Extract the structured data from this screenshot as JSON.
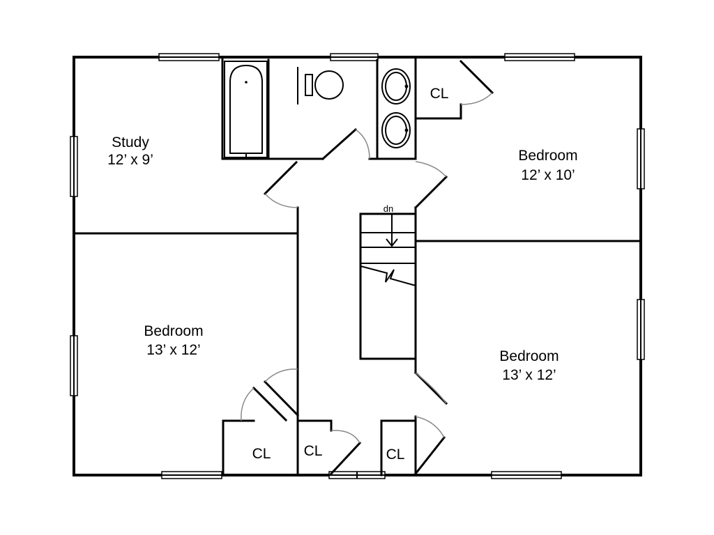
{
  "rooms": {
    "study": {
      "name": "Study",
      "size": "12’ x 9’"
    },
    "bedroom_ne": {
      "name": "Bedroom",
      "size": "12’ x 10’"
    },
    "bedroom_w": {
      "name": "Bedroom",
      "size": "13’ x 12’"
    },
    "bedroom_se": {
      "name": "Bedroom",
      "size": "13’ x 12’"
    }
  },
  "closets": {
    "ne": "CL",
    "sw1": "CL",
    "sw2": "CL",
    "s": "CL"
  },
  "stairs": {
    "direction": "dn"
  }
}
